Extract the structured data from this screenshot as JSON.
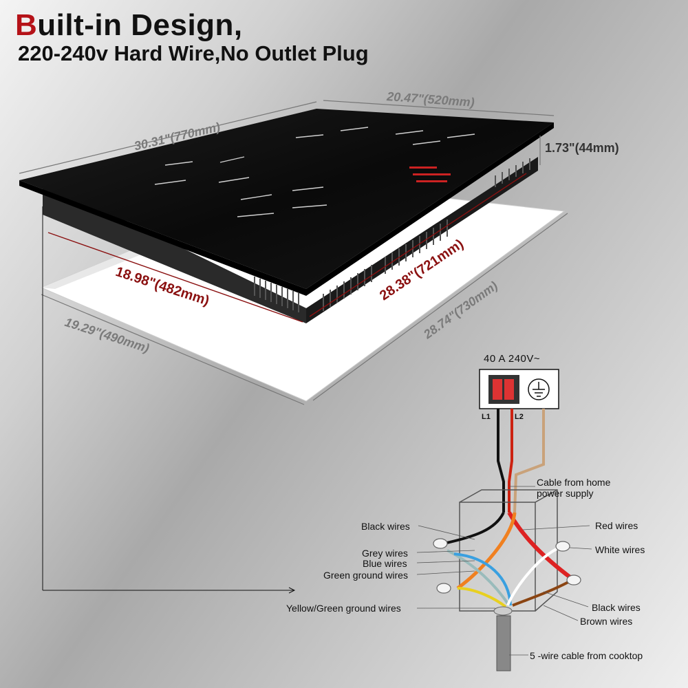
{
  "title": {
    "first_letter": "B",
    "rest": "uilt-in Design,",
    "subtitle": "220-240v Hard Wire,No Outlet Plug"
  },
  "dimensions": {
    "top_length": "30.31\"(770mm)",
    "top_width": "20.47\"(520mm)",
    "height": "1.73\"(44mm)",
    "body_width": "18.98\"(482mm)",
    "body_length": "28.38\"(721mm)",
    "cutout_width": "19.29\"(490mm)",
    "cutout_length": "28.74\"(730mm)"
  },
  "wiring": {
    "rating": "40 A 240V~",
    "l1": "L1",
    "l2": "L2",
    "labels": {
      "cable_from_home": "Cable from home\npower supply",
      "black_left": "Black wires",
      "grey": "Grey  wires",
      "blue": "Blue  wires",
      "green": "Green ground wires",
      "yellow_green": "Yellow/Green  ground wires",
      "red": "Red  wires",
      "white": "White wires",
      "black_right": "Black wires",
      "brown": "Brown wires",
      "five_wire": "5 -wire cable from cooktop"
    }
  },
  "colors": {
    "accent_red": "#b51218",
    "dimension_red": "#8a1010",
    "dimension_grey": "#7a7a7a"
  }
}
